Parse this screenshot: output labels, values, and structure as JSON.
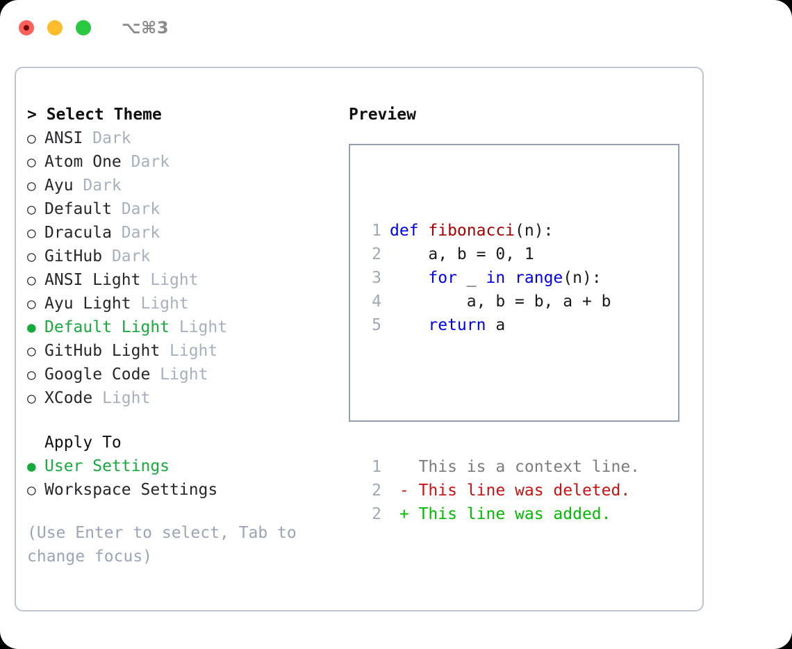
{
  "titlebar": {
    "shortcut": "⌥⌘3",
    "lights": [
      {
        "name": "close",
        "color": "#ff6058"
      },
      {
        "name": "minimize",
        "color": "#ffbd2e"
      },
      {
        "name": "maximize",
        "color": "#28c840"
      }
    ]
  },
  "colors": {
    "selected_green": "#17aa3c",
    "muted": "#a7b0bd",
    "hint": "#9aa5b5",
    "keyword_blue": "#0000ee",
    "function_red": "#aa0000",
    "diff_deleted": "#cc1111",
    "diff_added": "#00bb00",
    "panel_border": "#bcc5d0",
    "preview_border": "#93a0b2"
  },
  "theme_list": {
    "title": "> Select Theme",
    "bullet_selected": "●",
    "bullet_unselected": "○",
    "items": [
      {
        "name": "ANSI",
        "variant": "Dark",
        "selected": false
      },
      {
        "name": "Atom One",
        "variant": "Dark",
        "selected": false
      },
      {
        "name": "Ayu",
        "variant": "Dark",
        "selected": false
      },
      {
        "name": "Default",
        "variant": "Dark",
        "selected": false
      },
      {
        "name": "Dracula",
        "variant": "Dark",
        "selected": false
      },
      {
        "name": "GitHub",
        "variant": "Dark",
        "selected": false
      },
      {
        "name": "ANSI Light",
        "variant": "Light",
        "selected": false
      },
      {
        "name": "Ayu Light",
        "variant": "Light",
        "selected": false
      },
      {
        "name": "Default Light",
        "variant": "Light",
        "selected": true
      },
      {
        "name": "GitHub Light",
        "variant": "Light",
        "selected": false
      },
      {
        "name": "Google Code",
        "variant": "Light",
        "selected": false
      },
      {
        "name": "XCode",
        "variant": "Light",
        "selected": false
      }
    ]
  },
  "apply_to": {
    "title": "Apply To",
    "items": [
      {
        "name": "User Settings",
        "selected": true
      },
      {
        "name": "Workspace Settings",
        "selected": false
      }
    ]
  },
  "hint": "(Use Enter to select, Tab to change focus)",
  "preview": {
    "title": "Preview",
    "code_lines": [
      {
        "no": "1",
        "tokens": [
          {
            "t": "def ",
            "c": "kw"
          },
          {
            "t": "fibonacci",
            "c": "fn"
          },
          {
            "t": "(n):",
            "c": "plain"
          }
        ]
      },
      {
        "no": "2",
        "tokens": [
          {
            "t": "    a, b = 0, 1",
            "c": "plain"
          }
        ]
      },
      {
        "no": "3",
        "tokens": [
          {
            "t": "    ",
            "c": "plain"
          },
          {
            "t": "for",
            "c": "kw"
          },
          {
            "t": " _ ",
            "c": "plain"
          },
          {
            "t": "in",
            "c": "kw"
          },
          {
            "t": " ",
            "c": "plain"
          },
          {
            "t": "range",
            "c": "kw"
          },
          {
            "t": "(n):",
            "c": "plain"
          }
        ]
      },
      {
        "no": "4",
        "tokens": [
          {
            "t": "        a, b = b, a + b",
            "c": "plain"
          }
        ]
      },
      {
        "no": "5",
        "tokens": [
          {
            "t": "    ",
            "c": "plain"
          },
          {
            "t": "return",
            "c": "kw"
          },
          {
            "t": " a",
            "c": "plain"
          }
        ]
      }
    ],
    "diff_lines": [
      {
        "no": "1",
        "tokens": [
          {
            "t": "   This is a context line.",
            "c": "ctx"
          }
        ]
      },
      {
        "no": "2",
        "tokens": [
          {
            "t": " - This line was deleted.",
            "c": "del"
          }
        ]
      },
      {
        "no": "2",
        "tokens": [
          {
            "t": " + This line was added.",
            "c": "add"
          }
        ]
      }
    ]
  }
}
